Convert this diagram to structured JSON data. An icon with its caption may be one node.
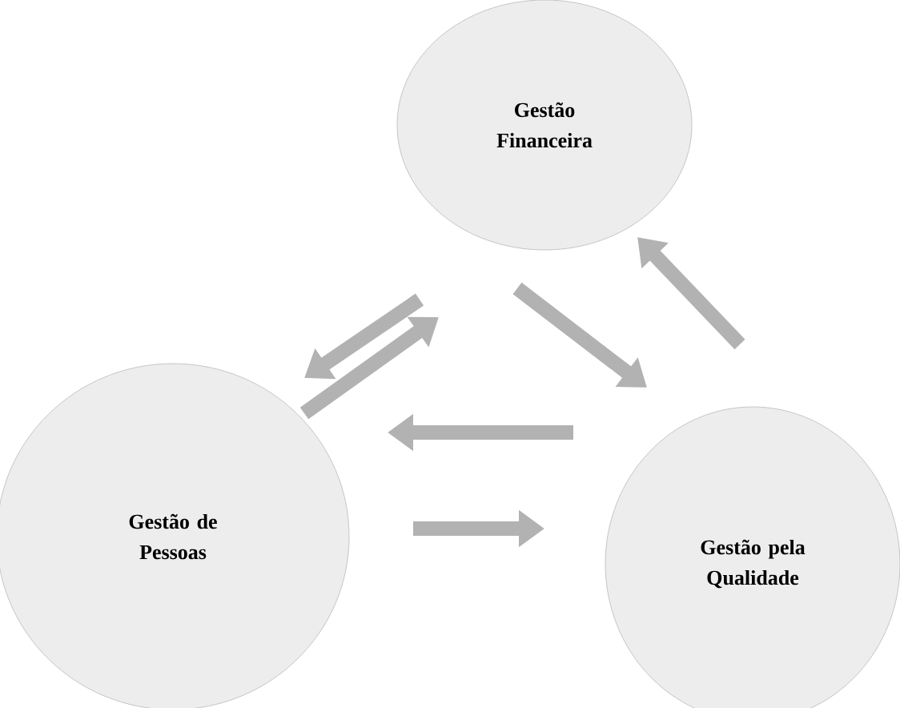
{
  "diagram": {
    "nodes": [
      {
        "text": [
          "Gestão Financeira"
        ]
      },
      {
        "text": [
          "Gestão de Pessoas"
        ]
      },
      {
        "text": [
          "Gestão pela Qualidade"
        ]
      }
    ],
    "edges": [
      {
        "from": 0,
        "to": 1,
        "arrow": "to"
      },
      {
        "from": 1,
        "to": 0,
        "arrow": "to"
      },
      {
        "from": 0,
        "to": 2,
        "arrow": "to"
      },
      {
        "from": 2,
        "to": 0,
        "arrow": "to"
      },
      {
        "from": 2,
        "to": 1,
        "arrow": "to"
      },
      {
        "from": 1,
        "to": 2,
        "arrow": "to"
      }
    ]
  }
}
